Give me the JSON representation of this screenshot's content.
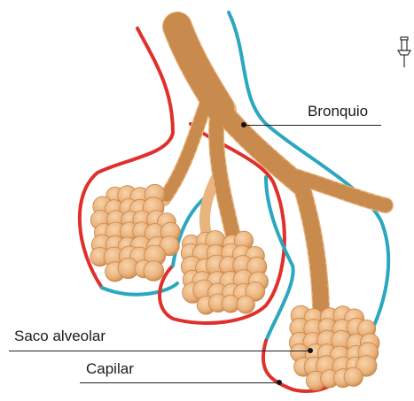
{
  "labels": {
    "bronquio": "Bronquio",
    "saco_alveolar": "Saco alveolar",
    "capilar": "Capilar"
  },
  "colors": {
    "bronchus_fill": "#E9B47E",
    "bronchus_ring": "#C98A4E",
    "alveolus_fill": "#EDB986",
    "alveolus_edge": "#C9874A",
    "capillary_red": "#E0302A",
    "capillary_blue": "#2BA7BF"
  },
  "icons": {
    "pin": "pushpin-icon"
  }
}
